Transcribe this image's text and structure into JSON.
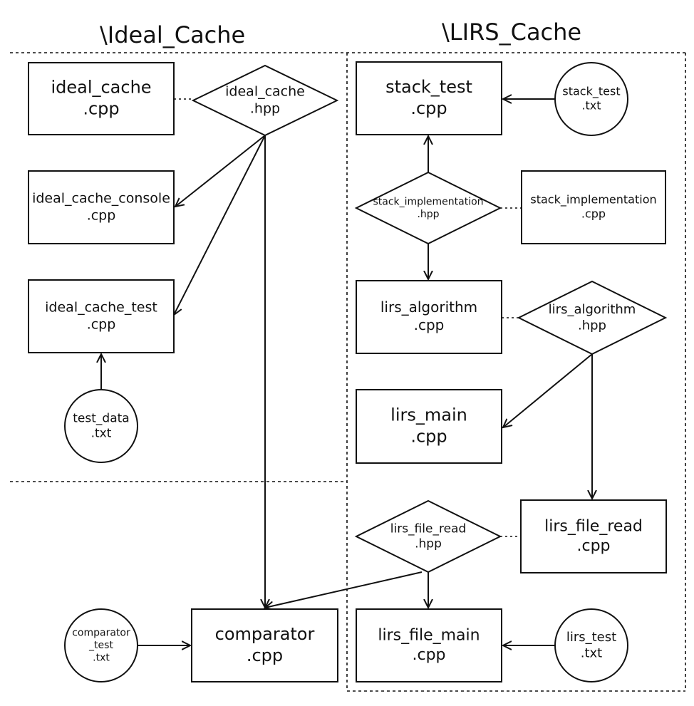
{
  "sections": {
    "ideal": {
      "title": "\\Ideal_Cache"
    },
    "lirs": {
      "title": "\\LIRS_Cache"
    }
  },
  "nodes": {
    "ideal_cache_cpp": [
      "ideal_cache",
      ".cpp"
    ],
    "ideal_cache_hpp": [
      "ideal_cache",
      ".hpp"
    ],
    "ideal_cache_console_cpp": [
      "ideal_cache_console",
      ".cpp"
    ],
    "ideal_cache_test_cpp": [
      "ideal_cache_test",
      ".cpp"
    ],
    "test_data_txt": [
      "test_data",
      ".txt"
    ],
    "comparator_test_txt": [
      "comparator",
      "_test",
      ".txt"
    ],
    "comparator_cpp": [
      "comparator",
      ".cpp"
    ],
    "stack_test_cpp": [
      "stack_test",
      ".cpp"
    ],
    "stack_test_txt": [
      "stack_test",
      ".txt"
    ],
    "stack_implementation_hpp": [
      "stack_implementation",
      ".hpp"
    ],
    "stack_implementation_cpp": [
      "stack_implementation",
      ".cpp"
    ],
    "lirs_algorithm_cpp": [
      "lirs_algorithm",
      ".cpp"
    ],
    "lirs_algorithm_hpp": [
      "lirs_algorithm",
      ".hpp"
    ],
    "lirs_main_cpp": [
      "lirs_main",
      ".cpp"
    ],
    "lirs_file_read_hpp": [
      "lirs_file_read",
      ".hpp"
    ],
    "lirs_file_read_cpp": [
      "lirs_file_read",
      ".cpp"
    ],
    "lirs_file_main_cpp": [
      "lirs_file_main",
      ".cpp"
    ],
    "lirs_test_txt": [
      "lirs_test",
      ".txt"
    ]
  },
  "edges": [
    {
      "from": "ideal_cache_hpp",
      "to": "ideal_cache_console_cpp",
      "style": "arrow"
    },
    {
      "from": "ideal_cache_hpp",
      "to": "ideal_cache_test_cpp",
      "style": "arrow"
    },
    {
      "from": "ideal_cache_hpp",
      "to": "comparator_cpp",
      "style": "arrow"
    },
    {
      "from": "test_data_txt",
      "to": "ideal_cache_test_cpp",
      "style": "arrow"
    },
    {
      "from": "comparator_test_txt",
      "to": "comparator_cpp",
      "style": "arrow"
    },
    {
      "from": "ideal_cache_cpp",
      "to": "ideal_cache_hpp",
      "style": "dotted"
    },
    {
      "from": "stack_test_txt",
      "to": "stack_test_cpp",
      "style": "arrow"
    },
    {
      "from": "stack_implementation_hpp",
      "to": "stack_test_cpp",
      "style": "arrow"
    },
    {
      "from": "stack_implementation_hpp",
      "to": "stack_implementation_cpp",
      "style": "dotted"
    },
    {
      "from": "stack_implementation_hpp",
      "to": "lirs_algorithm_cpp",
      "style": "arrow"
    },
    {
      "from": "lirs_algorithm_cpp",
      "to": "lirs_algorithm_hpp",
      "style": "dotted"
    },
    {
      "from": "lirs_algorithm_hpp",
      "to": "lirs_main_cpp",
      "style": "arrow"
    },
    {
      "from": "lirs_algorithm_hpp",
      "to": "lirs_file_read_cpp",
      "style": "arrow"
    },
    {
      "from": "lirs_file_read_hpp",
      "to": "lirs_file_read_cpp",
      "style": "dotted"
    },
    {
      "from": "lirs_file_read_hpp",
      "to": "lirs_file_main_cpp",
      "style": "arrow"
    },
    {
      "from": "lirs_file_read_hpp",
      "to": "comparator_cpp",
      "style": "arrow"
    },
    {
      "from": "lirs_test_txt",
      "to": "lirs_file_main_cpp",
      "style": "arrow"
    }
  ]
}
